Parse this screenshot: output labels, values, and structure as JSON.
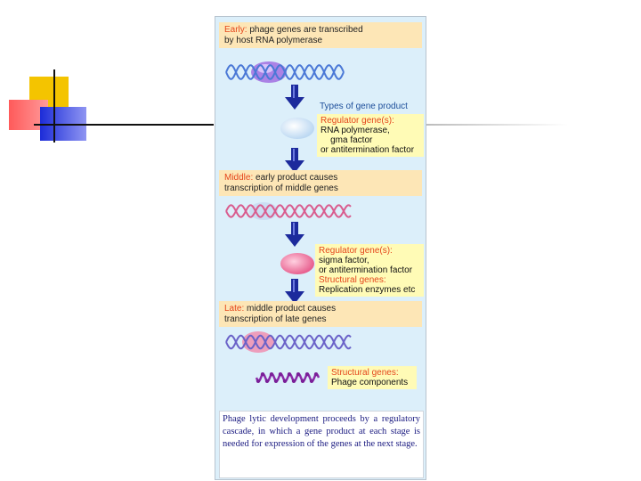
{
  "early": {
    "keyword": "Early:",
    "line1": " phage genes are transcribed",
    "line2": "by host RNA polymerase"
  },
  "types_label": "Types of gene product",
  "early_products": {
    "reg_title": "Regulator gene(s):",
    "line1": "RNA polymerase,",
    "line2": "    gma factor",
    "line3": "or antitermination factor"
  },
  "middle": {
    "keyword": "Middle:",
    "line1": " early product causes",
    "line2": "transcription of middle genes"
  },
  "middle_products": {
    "reg_title": "Regulator gene(s):",
    "line1": "sigma factor,",
    "line2": "or antitermination factor",
    "struct_title": "Structural genes:",
    "line3": "Replication enzymes etc"
  },
  "late": {
    "keyword": "Late:",
    "line1": " middle product causes",
    "line2": "transcription of late genes"
  },
  "late_products": {
    "struct_title": "Structural genes:",
    "line1": "Phage components"
  },
  "caption": "Phage lytic development proceeds by a regulatory cascade, in which a gene product at each stage is needed for expression of the genes at the next stage.",
  "colors": {
    "dna_blue": "#4a78d6",
    "dna_pink": "#d95c8e",
    "arrow_blue": "#1c2a9c",
    "header_bg": "#fde6b6",
    "note_bg": "#fffbb6"
  }
}
